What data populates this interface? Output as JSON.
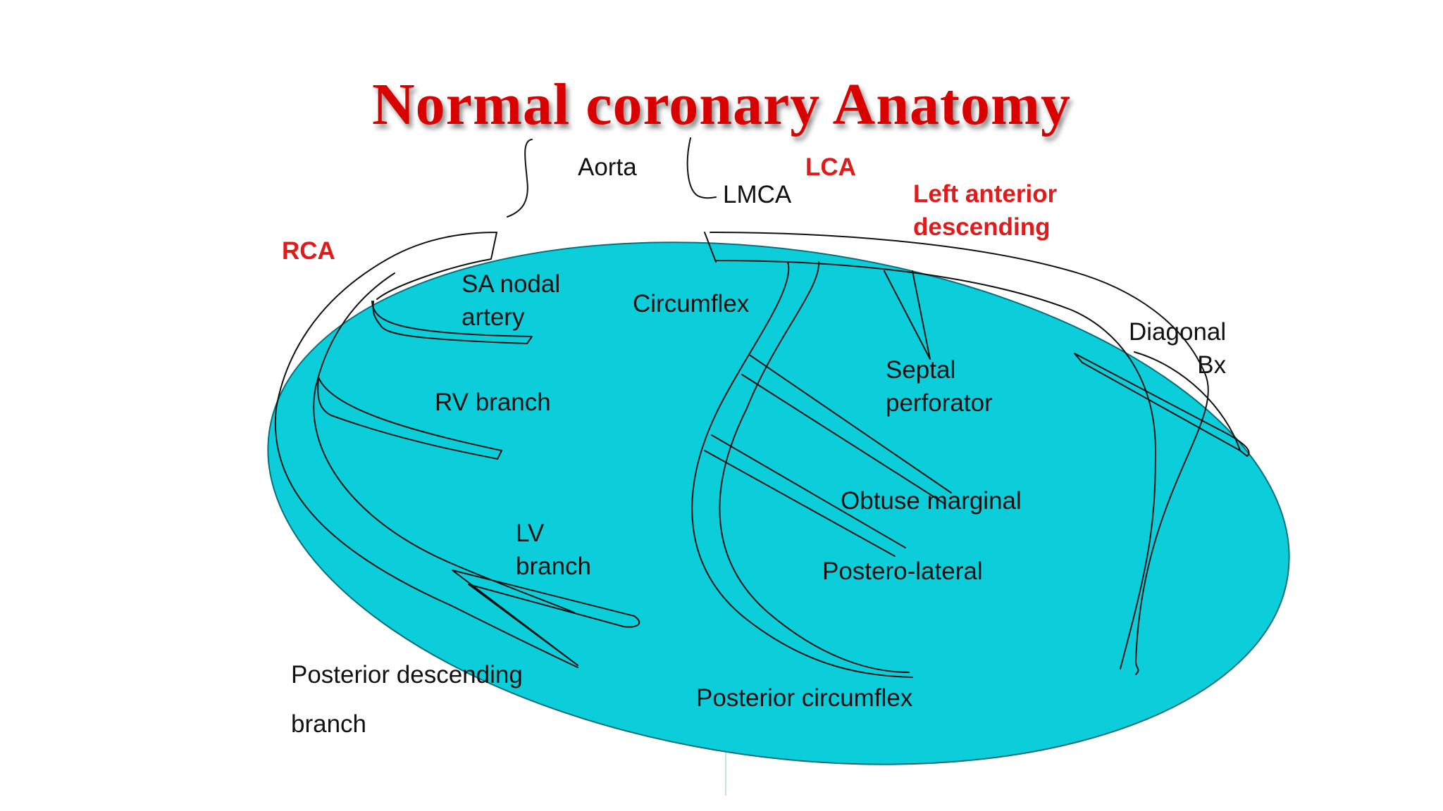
{
  "title": "Normal coronary Anatomy",
  "colors": {
    "heart_fill": "#0ccedb",
    "outline": "#111111",
    "title": "#d90000",
    "highlight_label": "#e01b1b"
  },
  "labels": {
    "aorta": "Aorta",
    "lca": "LCA",
    "lmca": "LMCA",
    "lad_line1": "Left anterior",
    "lad_line2": "descending",
    "rca": "RCA",
    "sa_nodal_line1": "SA nodal",
    "sa_nodal_line2": "artery",
    "circumflex": "Circumflex",
    "diagonal_line1": "Diagonal",
    "diagonal_line2": "Bx",
    "septal_line1": "Septal",
    "septal_line2": "perforator",
    "rv_branch": "RV branch",
    "obtuse_marginal": "Obtuse marginal",
    "lv_branch_line1": "LV",
    "lv_branch_line2": "branch",
    "postero_lateral": "Postero-lateral",
    "posterior_descending_line1": "Posterior descending",
    "posterior_descending_line2": "branch",
    "posterior_circumflex": "Posterior circumflex"
  }
}
